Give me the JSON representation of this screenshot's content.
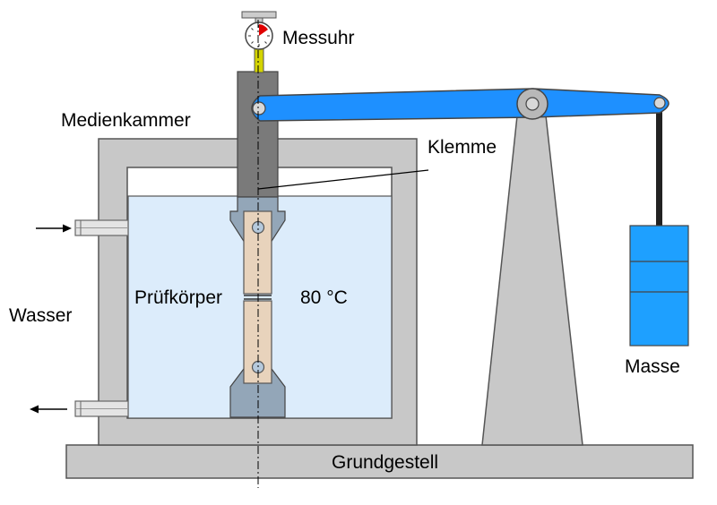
{
  "labels": {
    "messuhr": "Messuhr",
    "medienkammer": "Medienkammer",
    "klemme": "Klemme",
    "pruefkoerper": "Prüfkörper",
    "temperature": "80 °C",
    "wasser": "Wasser",
    "masse": "Masse",
    "grundgestell": "Grundgestell"
  },
  "colors": {
    "frame_gray": "#c8c8c8",
    "dark_gray": "#7a7a7a",
    "water": "#dcecfb",
    "lever_blue": "#1e90ff",
    "mass_blue": "#1ea0ff",
    "specimen": "#e8d3bc",
    "gauge_yellow": "#d4d400",
    "gauge_red": "#e00000"
  }
}
